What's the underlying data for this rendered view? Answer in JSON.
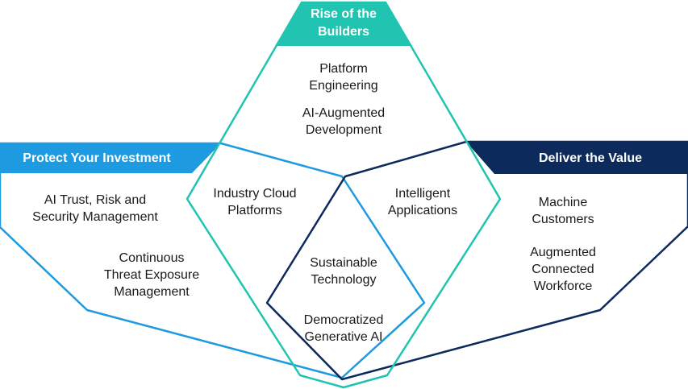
{
  "colors": {
    "teal": "#20c4b0",
    "blue": "#1e9ae0",
    "navy": "#0d2a5c",
    "text": "#1a1a1a",
    "header_text": "#ffffff"
  },
  "top": {
    "title": "Rise of the\nBuilders",
    "items": [
      "Platform\nEngineering",
      "AI-Augmented\nDevelopment"
    ]
  },
  "left": {
    "title": "Protect Your Investment",
    "items": [
      "AI Trust, Risk and\nSecurity Management",
      "Continuous\nThreat Exposure\nManagement"
    ]
  },
  "right": {
    "title": "Deliver the Value",
    "items": [
      "Machine\nCustomers",
      "Augmented\nConnected\nWorkforce"
    ]
  },
  "overlaps": {
    "top_left": "Industry Cloud\nPlatforms",
    "top_right": "Intelligent\nApplications",
    "center": [
      "Sustainable\nTechnology",
      "Democratized\nGenerative AI"
    ]
  }
}
